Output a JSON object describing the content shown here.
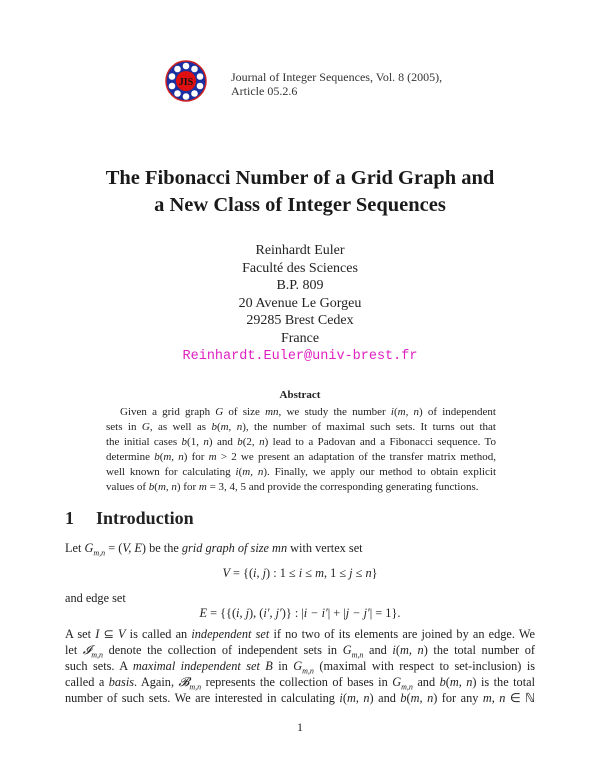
{
  "header": {
    "logo_text": "JIS",
    "journal_line1": "Journal of Integer Sequences, Vol. 8 (2005),",
    "journal_line2": "Article 05.2.6"
  },
  "title": {
    "line1": "The Fibonacci Number of a Grid Graph and",
    "line2": "a New Class of Integer Sequences"
  },
  "author": {
    "name": "Reinhardt Euler",
    "affiliation": "Faculté des Sciences",
    "bp": "B.P. 809",
    "street": "20 Avenue Le Gorgeu",
    "city": "29285 Brest Cedex",
    "country": "France",
    "email": "Reinhardt.Euler@univ-brest.fr"
  },
  "abstract": {
    "heading": "Abstract",
    "lines": [
      [
        [
          "Given a grid graph "
        ],
        [
          "G",
          "i"
        ],
        [
          " of size "
        ],
        [
          "mn",
          "i"
        ],
        [
          ", we study the number "
        ],
        [
          "i",
          "i"
        ],
        [
          "("
        ],
        [
          "m, n",
          "i"
        ],
        [
          ") of independent"
        ]
      ],
      [
        [
          "sets in "
        ],
        [
          "G",
          "i"
        ],
        [
          ", as well as "
        ],
        [
          "b",
          "i"
        ],
        [
          "("
        ],
        [
          "m, n",
          "i"
        ],
        [
          "), the number of maximal such sets. It turns out that"
        ]
      ],
      [
        [
          "the initial cases "
        ],
        [
          "b",
          "i"
        ],
        [
          "(1, "
        ],
        [
          "n",
          "i"
        ],
        [
          ") and "
        ],
        [
          "b",
          "i"
        ],
        [
          "(2, "
        ],
        [
          "n",
          "i"
        ],
        [
          ") lead to a Padovan and a Fibonacci sequence. To"
        ]
      ],
      [
        [
          "determine "
        ],
        [
          "b",
          "i"
        ],
        [
          "("
        ],
        [
          "m, n",
          "i"
        ],
        [
          ") for "
        ],
        [
          "m",
          "i"
        ],
        [
          " > 2 we present an adaptation of the transfer matrix method,"
        ]
      ],
      [
        [
          "well known for calculating "
        ],
        [
          "i",
          "i"
        ],
        [
          "("
        ],
        [
          "m, n",
          "i"
        ],
        [
          "). Finally, we apply our method to obtain explicit"
        ]
      ],
      [
        [
          "values of "
        ],
        [
          "b",
          "i"
        ],
        [
          "("
        ],
        [
          "m, n",
          "i"
        ],
        [
          ") for "
        ],
        [
          "m",
          "i"
        ],
        [
          " = 3, 4, 5 and provide the corresponding generating functions."
        ]
      ]
    ]
  },
  "section": {
    "number": "1",
    "title": "Introduction"
  },
  "body": {
    "lines": [
      [
        [
          "Let "
        ],
        [
          "G",
          "i"
        ],
        [
          "m,n",
          "i"
        ],
        [
          " = ("
        ],
        [
          "V, E",
          "i"
        ],
        [
          ") be the "
        ],
        [
          "grid graph of size mn",
          "i"
        ],
        [
          " with vertex set"
        ]
      ],
      [
        [
          "V",
          "i"
        ],
        [
          " = {("
        ],
        [
          "i, j",
          "i"
        ],
        [
          ") : 1 ≤ "
        ],
        [
          "i",
          "i"
        ],
        [
          " ≤ "
        ],
        [
          "m",
          "i"
        ],
        [
          ", 1 ≤ "
        ],
        [
          "j",
          "i"
        ],
        [
          " ≤ "
        ],
        [
          "n",
          "i"
        ],
        [
          "}"
        ]
      ],
      [
        [
          "and edge set"
        ]
      ],
      [
        [
          "E",
          "i"
        ],
        [
          " = {{("
        ],
        [
          "i, j",
          "i"
        ],
        [
          "), ("
        ],
        [
          "i′, j′",
          "i"
        ],
        [
          ")} : |"
        ],
        [
          "i − i′",
          "i"
        ],
        [
          "| + |"
        ],
        [
          "j − j′",
          "i"
        ],
        [
          "| = 1}."
        ]
      ],
      [
        [
          "A set "
        ],
        [
          "I",
          "i"
        ],
        [
          " ⊆ "
        ],
        [
          "V",
          "i"
        ],
        [
          " is called an "
        ],
        [
          "independent set",
          "i"
        ],
        [
          " if no two of its elements are joined by an edge. We"
        ]
      ],
      [
        [
          "let "
        ],
        [
          "𝓘",
          "i"
        ],
        [
          "m,n",
          "i"
        ],
        [
          " denote the collection of independent sets in "
        ],
        [
          "G",
          "i"
        ],
        [
          "m,n",
          "i"
        ],
        [
          " and "
        ],
        [
          "i",
          "i"
        ],
        [
          "("
        ],
        [
          "m, n",
          "i"
        ],
        [
          ") the total number of"
        ]
      ],
      [
        [
          "such sets. A "
        ],
        [
          "maximal independent set B",
          "i"
        ],
        [
          " in "
        ],
        [
          "G",
          "i"
        ],
        [
          "m,n",
          "i"
        ],
        [
          " (maximal with respect to set-inclusion) is"
        ]
      ],
      [
        [
          "called a "
        ],
        [
          "basis",
          "i"
        ],
        [
          ". Again, "
        ],
        [
          "𝓑",
          "i"
        ],
        [
          "m,n",
          "i"
        ],
        [
          " represents the collection of bases in "
        ],
        [
          "G",
          "i"
        ],
        [
          "m,n",
          "i"
        ],
        [
          " and "
        ],
        [
          "b",
          "i"
        ],
        [
          "("
        ],
        [
          "m, n",
          "i"
        ],
        [
          ") is the total"
        ]
      ],
      [
        [
          "number of such sets. We are interested in calculating "
        ],
        [
          "i",
          "i"
        ],
        [
          "("
        ],
        [
          "m, n",
          "i"
        ],
        [
          ") and "
        ],
        [
          "b",
          "i"
        ],
        [
          "("
        ],
        [
          "m, n",
          "i"
        ],
        [
          ") for any "
        ],
        [
          "m, n",
          "i"
        ],
        [
          " ∈ ℕ"
        ]
      ]
    ]
  },
  "footer": {
    "page_number": "1"
  },
  "colors": {
    "email": "#e020c0",
    "logo_ring": "#1a2fa0",
    "logo_center": "#e01010"
  }
}
